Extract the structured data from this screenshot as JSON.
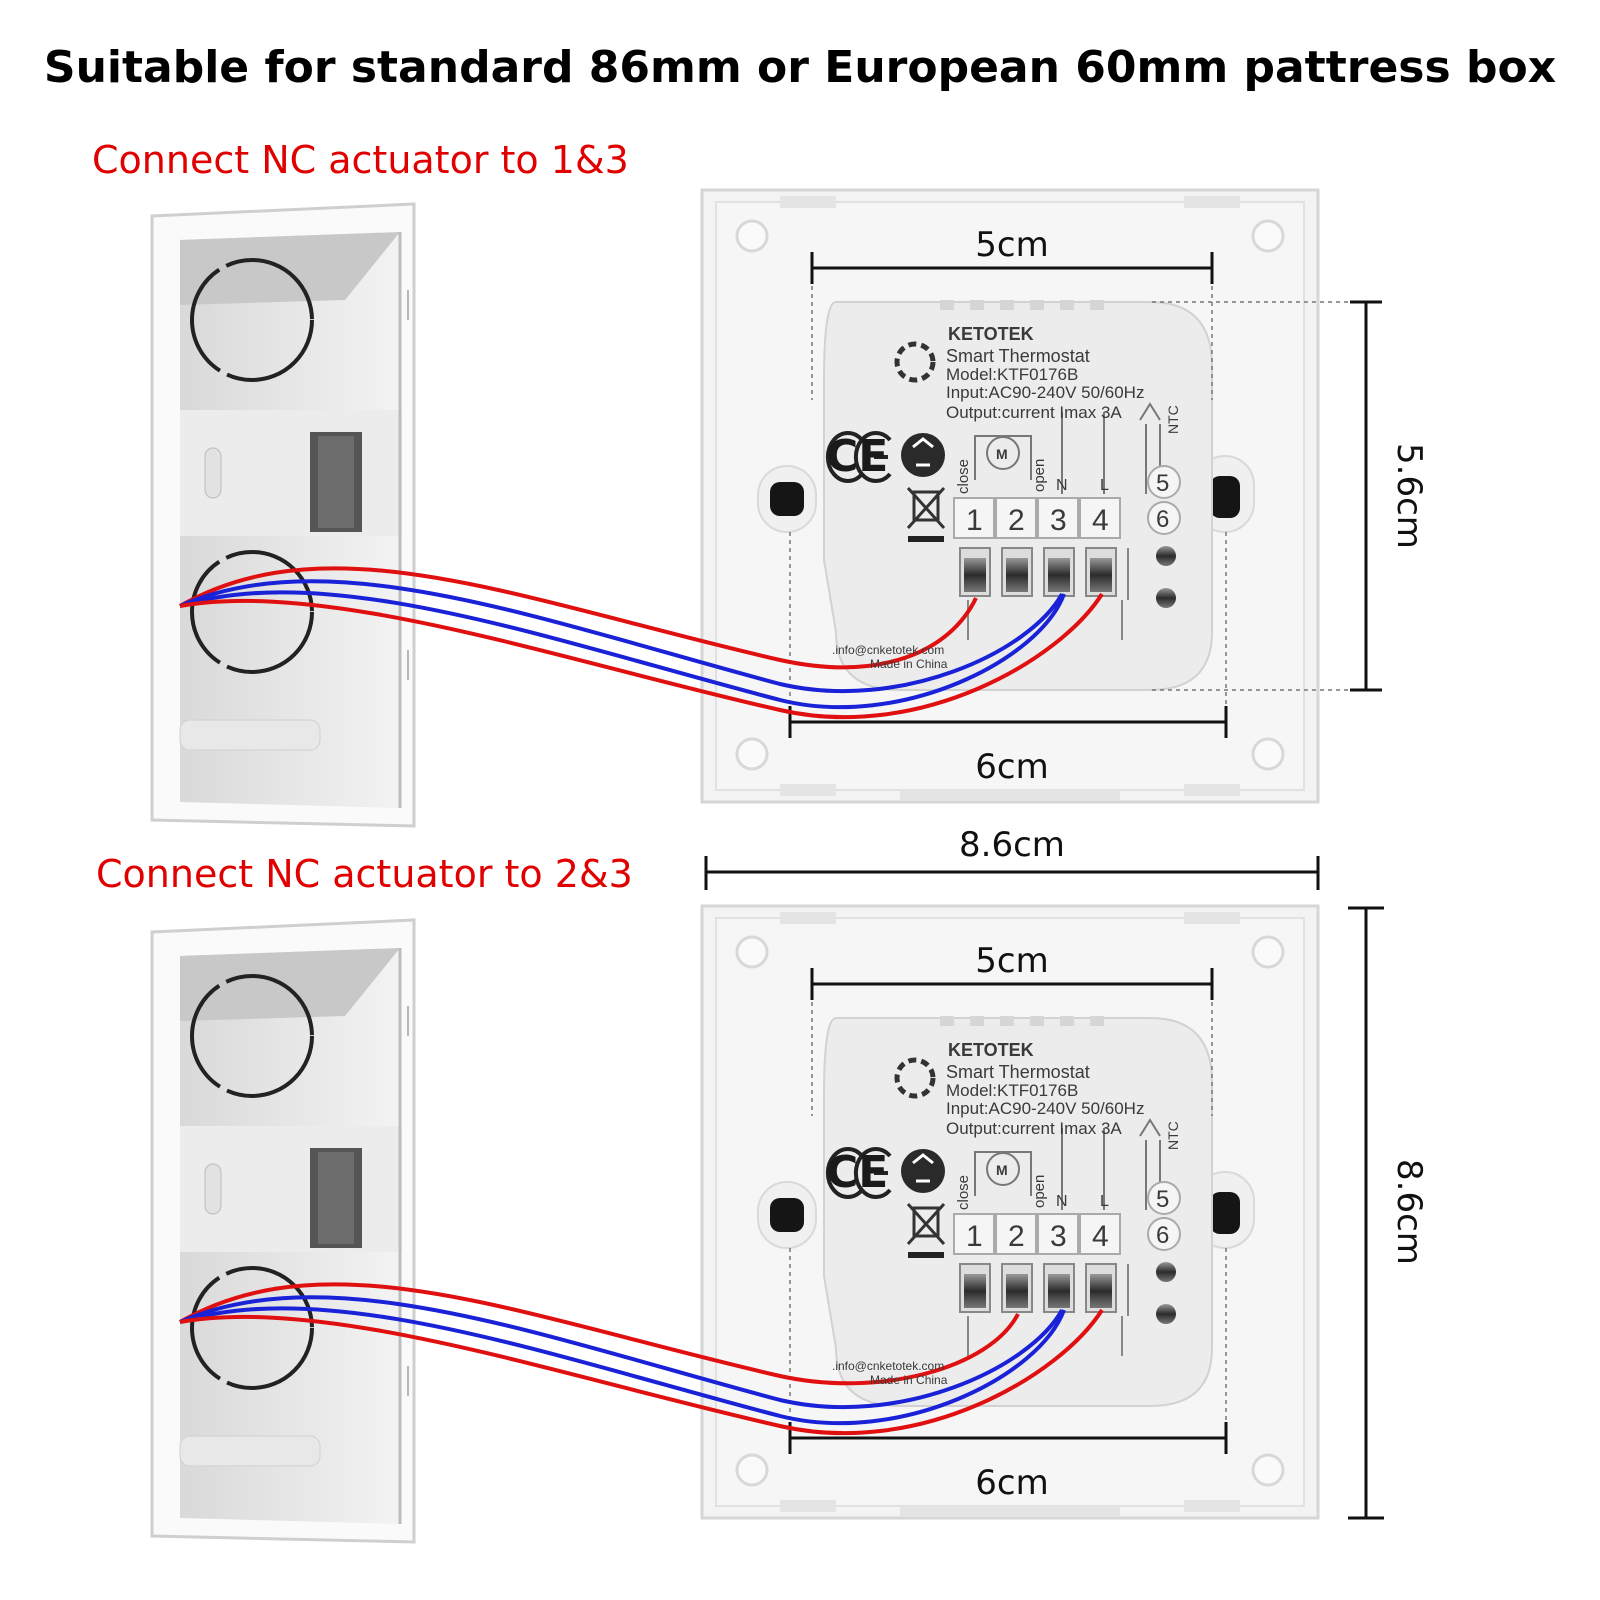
{
  "title": "Suitable for standard 86mm or European 60mm pattress box",
  "captions": [
    "Connect NC actuator to 1&3",
    "Connect NC actuator to 2&3"
  ],
  "device": {
    "brand": "KETOTEK",
    "name": "Smart Thermostat",
    "model": "Model:KTF0176B",
    "input": "Input:AC90-240V 50/60Hz",
    "output": "Output:current Imax 3A",
    "terminals": [
      "1",
      "2",
      "3",
      "4",
      "5",
      "6"
    ],
    "terminal_labels": [
      "close",
      "open",
      "N",
      "L",
      "NTC"
    ],
    "motor_symbol": "M",
    "email": ".info@cnketotek.com",
    "made_in": "Made in China",
    "ce_mark": "CE"
  },
  "dimensions": {
    "top_width": "5cm",
    "bottom_width": "6cm",
    "module_height": "5.6cm",
    "plate_width": "8.6cm",
    "plate_height": "8.6cm"
  },
  "colors": {
    "live_wire": "#e01010",
    "neutral_wire": "#1a22d8",
    "caption": "#e00000"
  }
}
